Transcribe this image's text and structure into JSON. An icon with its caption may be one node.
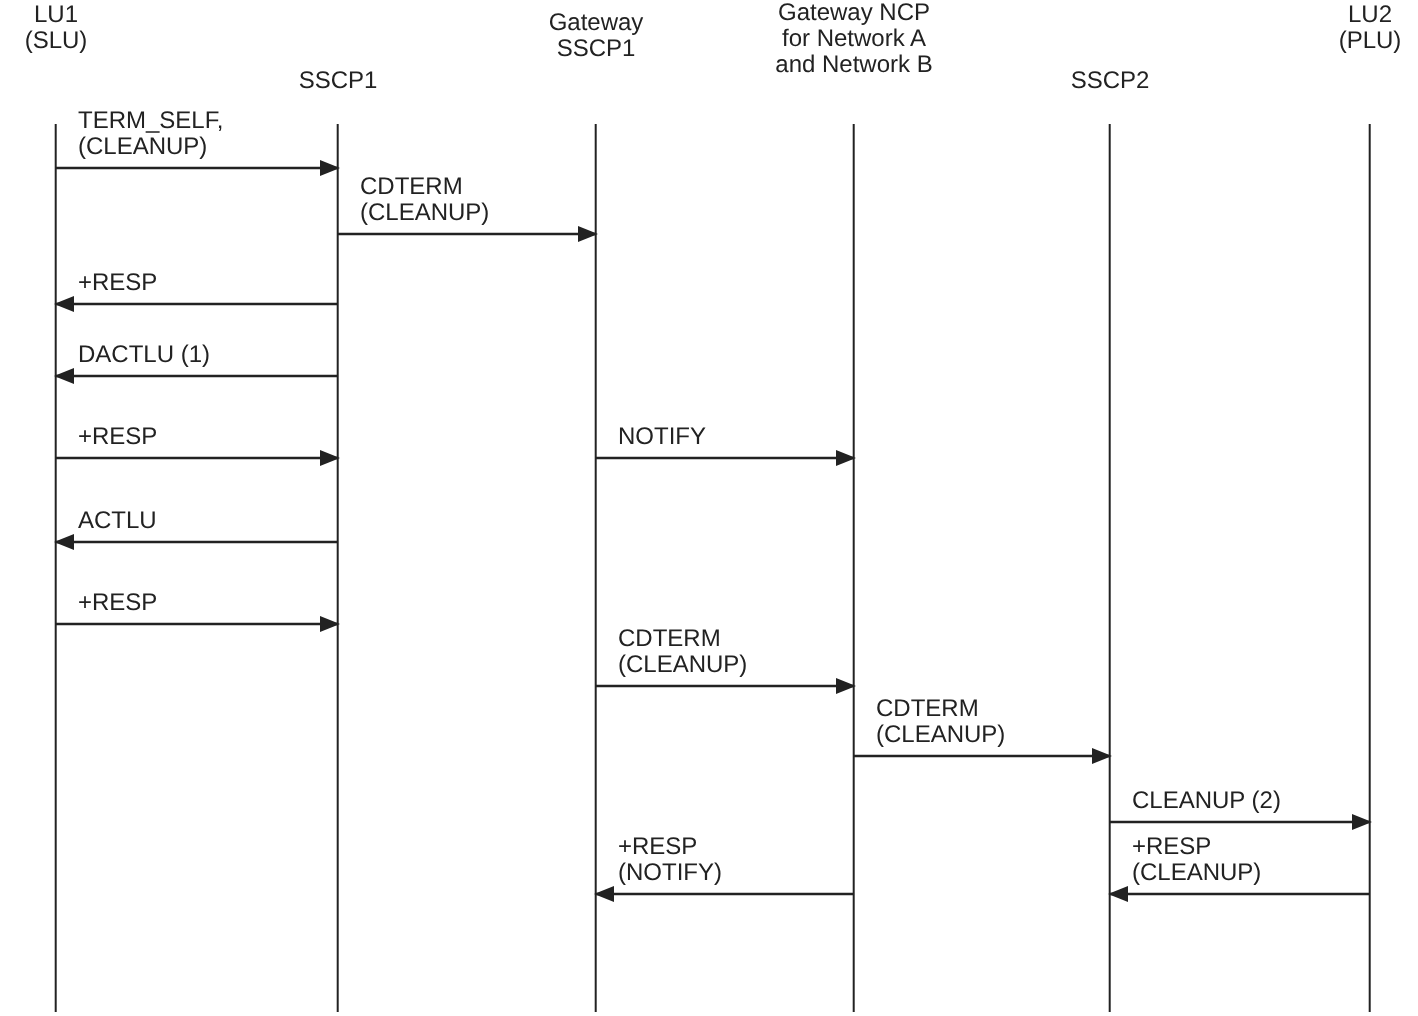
{
  "diagram": {
    "nodes": [
      {
        "text": [
          "LU1 (SLU)"
        ]
      },
      {
        "text": [
          "SSCP1"
        ]
      },
      {
        "text": [
          "Gateway SSCP1"
        ]
      },
      {
        "text": [
          "Gateway NCP for Network A and Network B"
        ]
      },
      {
        "text": [
          "SSCP2"
        ]
      },
      {
        "text": [
          "LU2 (PLU)"
        ]
      }
    ],
    "edges": [
      {
        "from": 0,
        "to": 1,
        "arrow": "to",
        "label": "TERM_SELF, (CLEANUP)"
      },
      {
        "from": 1,
        "to": 2,
        "arrow": "to",
        "label": "CDTERM (CLEANUP)"
      },
      {
        "from": 1,
        "to": 0,
        "arrow": "to",
        "label": "+RESP"
      },
      {
        "from": 1,
        "to": 0,
        "arrow": "to",
        "label": "DACTLU (1)"
      },
      {
        "from": 0,
        "to": 1,
        "arrow": "to",
        "label": "+RESP"
      },
      {
        "from": 2,
        "to": 3,
        "arrow": "to",
        "label": "NOTIFY"
      },
      {
        "from": 1,
        "to": 0,
        "arrow": "to",
        "label": "ACTLU"
      },
      {
        "from": 0,
        "to": 1,
        "arrow": "to",
        "label": "+RESP"
      },
      {
        "from": 2,
        "to": 3,
        "arrow": "to",
        "label": "CDTERM (CLEANUP)"
      },
      {
        "from": 3,
        "to": 4,
        "arrow": "to",
        "label": "CDTERM (CLEANUP)"
      },
      {
        "from": 4,
        "to": 5,
        "arrow": "to",
        "label": "CLEANUP (2)"
      },
      {
        "from": 3,
        "to": 2,
        "arrow": "to",
        "label": "+RESP (NOTIFY)"
      },
      {
        "from": 5,
        "to": 4,
        "arrow": "to",
        "label": "+RESP (CLEANUP)"
      }
    ]
  }
}
